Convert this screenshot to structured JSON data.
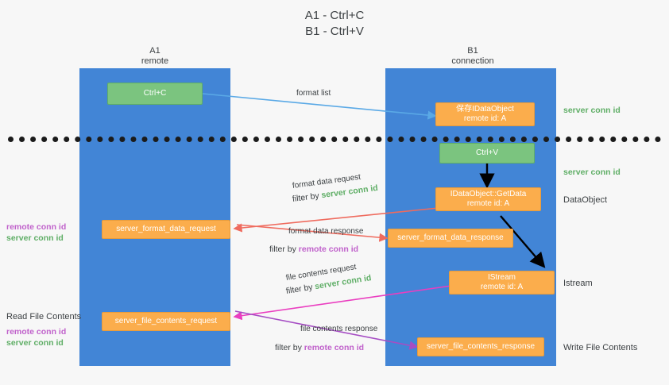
{
  "title": {
    "line1": "A1 - Ctrl+C",
    "line2": "B1 - Ctrl+V"
  },
  "lanes": [
    {
      "id": "a1",
      "name": "A1",
      "sub": "remote"
    },
    {
      "id": "b1",
      "name": "B1",
      "sub": "connection"
    }
  ],
  "nodes": {
    "ctrl_c": {
      "label": "Ctrl+C"
    },
    "ctrl_v": {
      "label": "Ctrl+V"
    },
    "save_idataobject": {
      "line1": "保存IDataObject",
      "line2": "remote id: A"
    },
    "getdata": {
      "line1": "IDataObject::GetData",
      "line2": "remote id: A"
    },
    "istream": {
      "line1": "IStream",
      "line2": "remote id: A"
    },
    "server_format_data_request": {
      "label": "server_format_data_request"
    },
    "server_format_data_response": {
      "label": "server_format_data_response"
    },
    "server_file_contents_request": {
      "label": "server_file_contents_request"
    },
    "server_file_contents_response": {
      "label": "server_file_contents_response"
    }
  },
  "edge_labels": {
    "format_list": "format list",
    "format_data_request": "format data request",
    "format_data_response": "format data response",
    "file_contents_request": "file contents request",
    "file_contents_response": "file contents response",
    "filter_by": "filter by ",
    "server_conn_id": "server conn id",
    "remote_conn_id": "remote conn id"
  },
  "right_labels": {
    "server_conn_id_top": "server conn id",
    "server_conn_id_mid": "server conn id",
    "dataobject": "DataObject",
    "istream": "Istream",
    "write_file_contents": "Write File Contents"
  },
  "left_labels": {
    "remote_conn_id_1": "remote conn id",
    "server_conn_id_1": "server conn id",
    "read_file_contents": "Read File Contents",
    "remote_conn_id_2": "remote conn id",
    "server_conn_id_2": "server conn id"
  },
  "colors": {
    "lane": "#4285d6",
    "green": "#7bc47f",
    "orange": "#fbad4c",
    "green_text": "#5fae66",
    "purple_text": "#c061cb",
    "arrow_blue": "#5aa9e6",
    "arrow_red": "#ef6b5e",
    "arrow_pink": "#ea3ec0",
    "arrow_purple": "#a64dc4",
    "arrow_black": "#000000",
    "divider": "#1b1b1b"
  }
}
